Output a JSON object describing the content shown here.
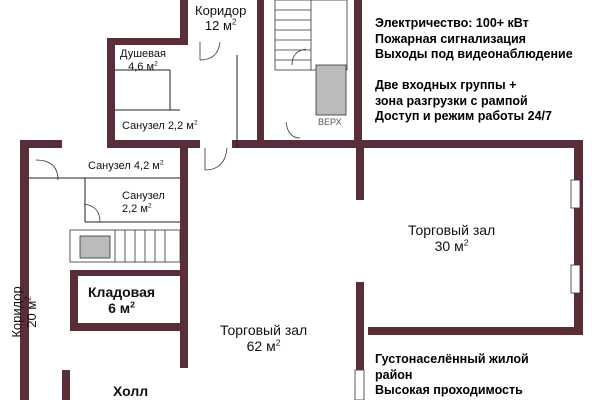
{
  "rooms": {
    "corridor_top": {
      "name": "Коридор",
      "area": "12 м",
      "sup": "2"
    },
    "shower": {
      "name": "Душевая",
      "area": "4,6 м",
      "sup": "2"
    },
    "wc_top": {
      "name": "Санузел 2,2 м",
      "sup": "2"
    },
    "wc_mid": {
      "name": "Санузел 4,2 м",
      "sup": "2"
    },
    "wc_small": {
      "name": "Санузел",
      "area": "2,2 м",
      "sup": "2"
    },
    "storage": {
      "name": "Кладовая",
      "area": "6 м",
      "sup": "2"
    },
    "hall_main": {
      "name": "Торговый зал",
      "area": "62 м",
      "sup": "2"
    },
    "hall_right": {
      "name": "Торговый зал",
      "area": "30 м",
      "sup": "2"
    },
    "corridor_left": {
      "name": "Коридор",
      "area": "20 м",
      "sup": "2"
    },
    "lobby": {
      "name": "Холл"
    },
    "stair_sign": {
      "text": "ВЕРХ"
    }
  },
  "info_top": [
    "Электричество: 100+ кВт",
    "Пожарная сигнализация",
    "Выходы под видеонаблюдение",
    "",
    "Две входных группы +",
    "зона разгрузки с рампой",
    "Доступ и режим работы 24/7"
  ],
  "info_bottom": [
    "Густонаселённый жилой",
    "район",
    "Высокая проходимость"
  ],
  "colors": {
    "wall": "#5a2e36"
  }
}
